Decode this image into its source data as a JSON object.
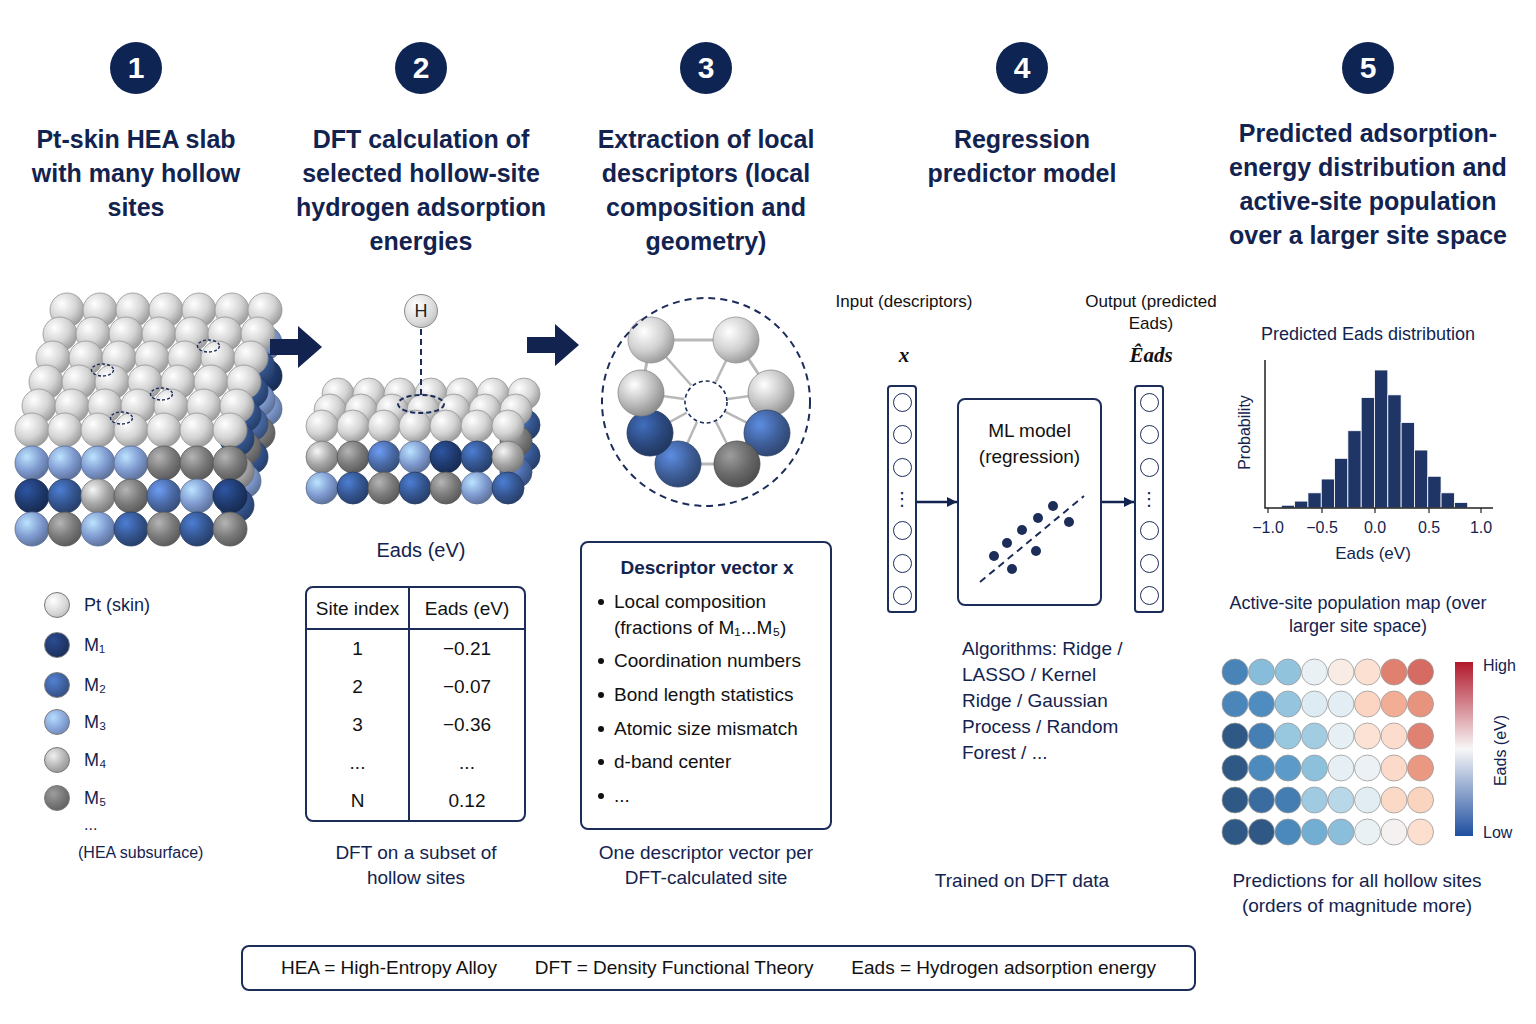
{
  "diagram": {
    "nodes": [
      {
        "text": [
          "1"
        ]
      },
      {
        "text": [
          "2"
        ]
      },
      {
        "text": [
          "3"
        ]
      },
      {
        "text": [
          "4"
        ]
      },
      {
        "text": [
          "5"
        ]
      },
      {
        "text": [
          "H"
        ]
      },
      {
        "text": [
          "Site index",
          "Eads (eV)",
          "1",
          "−0.21",
          "2",
          "−0.07",
          "3",
          "−0.36",
          "...",
          "...",
          "N",
          "0.12"
        ]
      },
      {
        "text": [
          "Descriptor vector x",
          "Local composition (fractions of M₁...M₅)",
          "Coordination numbers",
          "Bond length statistics",
          "Atomic size mismatch",
          "d-band center",
          "..."
        ]
      },
      {
        "text": [
          "Input (descriptors)",
          "x",
          "⋮"
        ]
      },
      {
        "text": [
          "ML model (regression)"
        ]
      },
      {
        "text": [
          "Output (predicted Eads)",
          "Êads",
          "⋮"
        ]
      },
      {
        "text": [
          "HEA = High-Entropy Alloy",
          "DFT = Density Functional Theory",
          "Eads = Hydrogen adsorption energy"
        ]
      }
    ],
    "edges": [
      {
        "from": 8,
        "to": 9,
        "arrow": "to"
      },
      {
        "from": 9,
        "to": 10,
        "arrow": "to"
      }
    ],
    "labels": [
      "Pt-skin HEA slab with many hollow sites",
      "DFT calculation of selected hollow-site hydrogen adsorption energies",
      "Extraction of local descriptors (local composition and geometry)",
      "Regression predictor model",
      "Predicted adsorption-energy distribution and active-site population over a larger site space",
      "...",
      "(HEA subsurface)",
      "Eads (eV)",
      "DFT on a subset of hollow sites",
      "One descriptor vector per DFT-calculated site",
      "Algorithms: Ridge / LASSO / Kernel Ridge / Gaussian Process / Random Forest / ...",
      "Trained on DFT data",
      "Predicted Eads distribution",
      "Probability",
      "−1.0",
      "−0.5",
      "0.0",
      "0.5",
      "1.0",
      "Eads (eV)",
      "Active-site population map (over larger site space)",
      "High",
      "Low",
      "Eads (eV)",
      "Predictions for all hollow sites (orders of magnitude more)"
    ],
    "legend": [
      {
        "text": "Pt (skin)",
        "color": "#d4d4d4"
      },
      {
        "text": "M₁",
        "color": "#1e3566"
      },
      {
        "text": "M₂",
        "color": "#3a5a94"
      },
      {
        "text": "M₃",
        "color": "#7f9ad0"
      },
      {
        "text": "M₄",
        "color": "#a8a8a8"
      },
      {
        "text": "M₅",
        "color": "#6e6e6e"
      }
    ]
  }
}
